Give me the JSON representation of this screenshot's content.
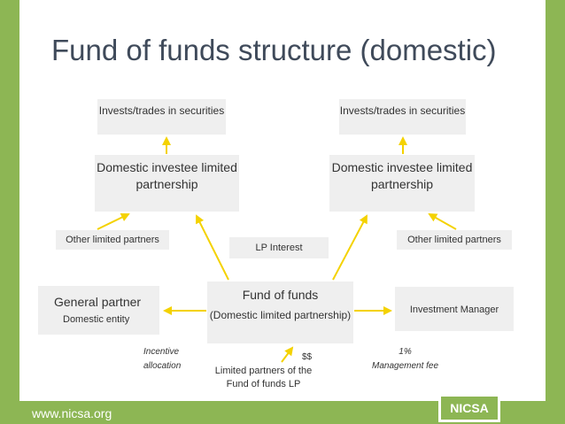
{
  "title": "Fund of funds structure (domestic)",
  "boxes": {
    "trades_left": "Invests/trades in securities",
    "trades_right": "Invests/trades in securities",
    "investee_left": "Domestic investee limited partnership",
    "investee_right": "Domestic investee limited partnership",
    "other_lp_left": "Other limited partners",
    "other_lp_right": "Other limited partners",
    "lp_interest": "LP Interest",
    "general_partner": {
      "title": "General partner",
      "subtitle": "Domestic entity"
    },
    "fund_of_funds": {
      "title": "Fund of funds",
      "subtitle": "(Domestic limited partnership)"
    },
    "investment_manager": "Investment Manager",
    "fof_limited_partners": "Limited partners of the Fund of funds LP"
  },
  "notes": {
    "incentive_line1": "Incentive",
    "incentive_line2": "allocation",
    "management_line1": "1%",
    "management_line2": "Management fee",
    "dollars": "$$"
  },
  "footer": {
    "url": "www.nicsa.org",
    "logo": "NICSA"
  },
  "colors": {
    "frame": "#8db654",
    "arrow": "#f4d200",
    "box": "#efefef",
    "title": "#3f4a5a"
  }
}
